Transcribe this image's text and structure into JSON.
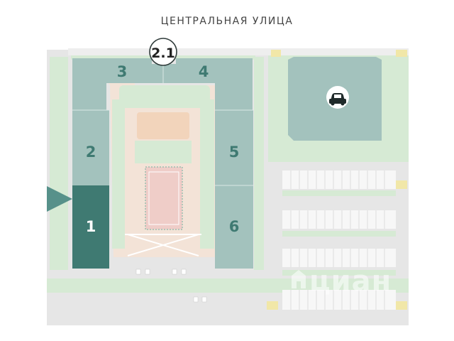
{
  "street": {
    "name": "ЦЕНТРАЛЬНАЯ УЛИЦА"
  },
  "colors": {
    "building": "#a3c2bd",
    "building_selected": "#3f7a72",
    "building_number": "#3f7a72",
    "ground": "#e6e6e6",
    "green": "#d6ead4",
    "sidewalk": "#f3e3d7",
    "playground": "#f2d4bb",
    "sport_field": "#efcdc8",
    "parking_stripe": "#ffffff",
    "crosswalk": "#f1e7a8"
  },
  "buildings": [
    {
      "id": "1",
      "label": "1",
      "selected": true
    },
    {
      "id": "2",
      "label": "2",
      "selected": false
    },
    {
      "id": "3",
      "label": "3",
      "selected": false
    },
    {
      "id": "4",
      "label": "4",
      "selected": false
    },
    {
      "id": "5",
      "label": "5",
      "selected": false
    },
    {
      "id": "6",
      "label": "6",
      "selected": false
    },
    {
      "id": "2.1",
      "label": "2.1",
      "selected": false
    }
  ],
  "icons": {
    "parking_garage": "car-icon",
    "selection_pointer": "arrow-pointer-icon",
    "watermark_logo": "cian-logo-icon"
  },
  "watermark": {
    "text": "циан"
  }
}
